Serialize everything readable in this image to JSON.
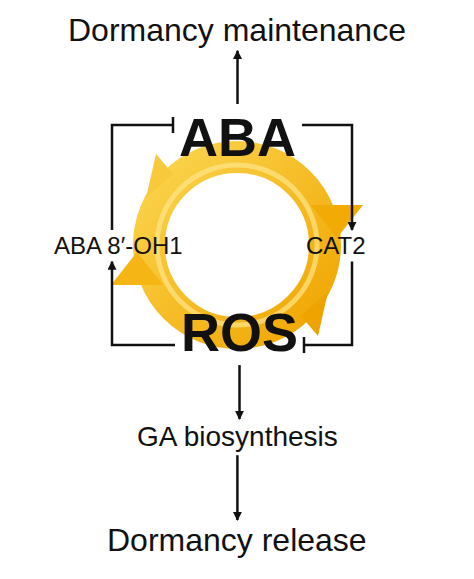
{
  "diagram": {
    "nodes": [
      {
        "text": [
          "Dormancy maintenance"
        ]
      },
      {
        "text": [
          "ABA"
        ]
      },
      {
        "text": [
          "ABA 8′-OH1"
        ]
      },
      {
        "text": [
          "CAT2"
        ]
      },
      {
        "text": [
          "ROS"
        ]
      },
      {
        "text": [
          "GA biosynthesis"
        ]
      },
      {
        "text": [
          "Dormancy release"
        ]
      }
    ],
    "edges": [
      {
        "from": 1,
        "to": 0,
        "arrow": "to"
      },
      {
        "from": 1,
        "to": 3,
        "arrow": "to"
      },
      {
        "from": 3,
        "to": 4,
        "arrow": "none"
      },
      {
        "from": 4,
        "to": 2,
        "arrow": "to"
      },
      {
        "from": 2,
        "to": 1,
        "arrow": "none"
      },
      {
        "from": 4,
        "to": 5,
        "arrow": "to"
      },
      {
        "from": 5,
        "to": 6,
        "arrow": "to"
      }
    ]
  }
}
